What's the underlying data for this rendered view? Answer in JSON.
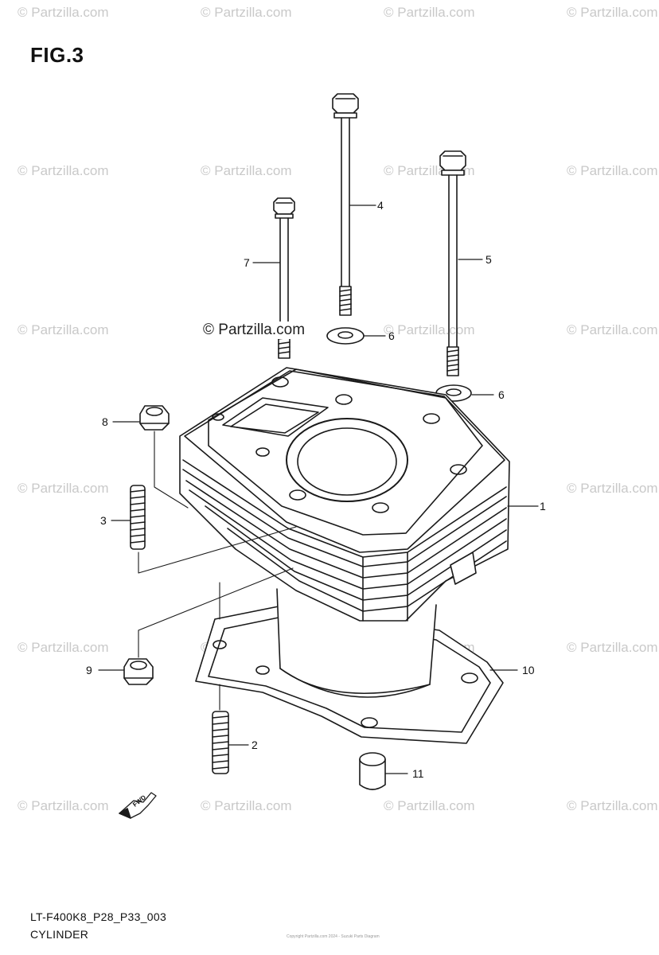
{
  "watermark": "© Partzilla.com",
  "figure_title": "FIG.3",
  "center_watermark": "© Partzilla.com",
  "callouts": {
    "c1": "1",
    "c2": "2",
    "c3": "3",
    "c4": "4",
    "c5": "5",
    "c6a": "6",
    "c6b": "6",
    "c7": "7",
    "c8": "8",
    "c9": "9",
    "c10": "10",
    "c11": "11"
  },
  "fwd_label": "FWD",
  "footer": {
    "model_code": "LT-F400K8_P28_P33_003",
    "section_name": "CYLINDER",
    "copyright": "Copyright Partzilla.com 2024 - Suzuki Parts Diagram"
  }
}
